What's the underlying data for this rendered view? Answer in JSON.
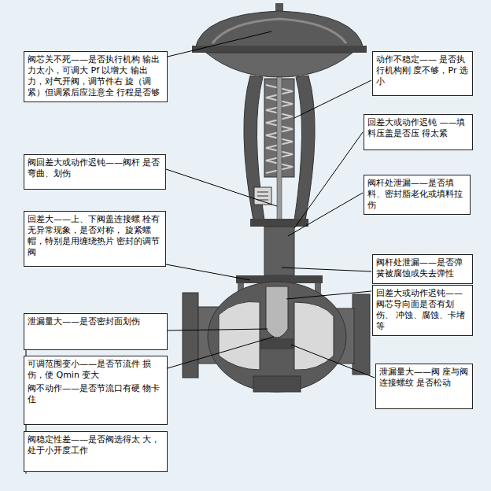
{
  "diagram": {
    "nodes": [
      {
        "text": [
          "阀芯关不死——是否执行机构 输出力太小，可调大 Pf 以增大 输出力，对气开阀，调节件右 旋（调紧）但调紧后应注意全 行程是否够"
        ]
      },
      {
        "text": [
          "动作不稳定—— 是否执行机构刚 度不够，Pr 选小"
        ]
      },
      {
        "text": [
          "回差大或动作迟钝 ——填料压盖是否压 得太紧"
        ]
      },
      {
        "text": [
          "阀回差大或动作迟钝——阀杆 是否弯曲、划伤"
        ]
      },
      {
        "text": [
          "阀杆处泄漏——是否填 料、密封脂老化或填料拉 伤"
        ]
      },
      {
        "text": [
          "回差大——上、下阀盖连接螺 栓有无异常现象，是否对称， 旋紧螺帽，特别是用缠绕热片 密封的调节阀"
        ]
      },
      {
        "text": [
          "阀杆处泄漏——是否弹 簧被腐蚀或失去弹性"
        ]
      },
      {
        "text": [
          "回差大或动作迟钝—— 阀芯导向面是否有划伤、 冲蚀、腐蚀、卡堵等"
        ]
      },
      {
        "text": [
          "泄漏量大——是否密封面划伤"
        ]
      },
      {
        "text": [
          "可调范围变小——是否节流件 损伤，使 Qmin 变大",
          "阀不动作——是否节流口有硬 物卡住"
        ]
      },
      {
        "text": [
          "阀稳定性差——是否阀选得太 大，处于小开度工作"
        ]
      },
      {
        "text": [
          "泄漏量大——阀 座与阀连接螺纹 是否松动"
        ]
      }
    ]
  }
}
